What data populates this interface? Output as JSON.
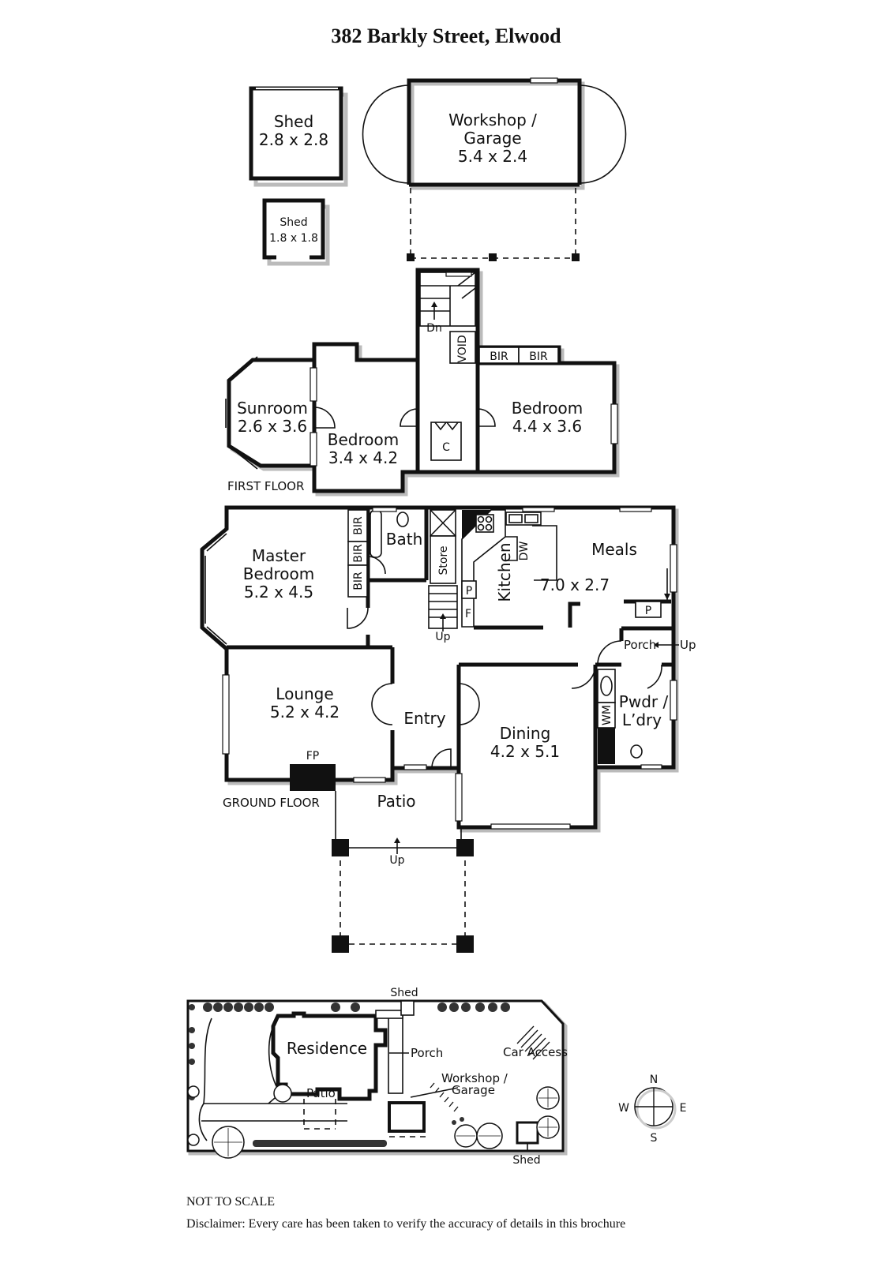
{
  "title": "382 Barkly Street, Elwood",
  "outbuildings": {
    "shed_large": {
      "name": "Shed",
      "dims": "2.8 x 2.8"
    },
    "workshop": {
      "name_line1": "Workshop /",
      "name_line2": "Garage",
      "dims": "5.4 x 2.4"
    },
    "shed_small": {
      "name": "Shed",
      "dims": "1.8 x 1.8"
    }
  },
  "first_floor": {
    "label": "FIRST FLOOR",
    "dn": "Dn",
    "void": "VOID",
    "bir1": "BIR",
    "bir2": "BIR",
    "cupboard": "C",
    "sunroom": {
      "name": "Sunroom",
      "dims": "2.6 x 3.6"
    },
    "bedroom2": {
      "name": "Bedroom",
      "dims": "3.4 x 4.2"
    },
    "bedroom3": {
      "name": "Bedroom",
      "dims": "4.4 x 3.6"
    }
  },
  "ground_floor": {
    "label": "GROUND FLOOR",
    "master": {
      "name_line1": "Master",
      "name_line2": "Bedroom",
      "dims": "5.2 x 4.5"
    },
    "bir": "BIR",
    "bath": "Bath",
    "store": "Store",
    "kitchen": "Kitchen",
    "dw": "DW",
    "pantry": "P",
    "fridge": "F",
    "up_stairs": "Up",
    "meals": {
      "name": "Meals",
      "dims": "7.0 x 2.7"
    },
    "meals_pantry": "P",
    "porch": "Porch",
    "porch_up": "Up",
    "pwdr_line1": "Pwdr /",
    "pwdr_line2": "L’dry",
    "wm": "WM",
    "lounge": {
      "name": "Lounge",
      "dims": "5.2 x 4.2"
    },
    "fp": "FP",
    "entry": "Entry",
    "dining": {
      "name": "Dining",
      "dims": "4.2 x 5.1"
    },
    "patio": "Patio",
    "patio_up": "Up"
  },
  "site": {
    "shed_top": "Shed",
    "residence": "Residence",
    "porch": "Porch",
    "car_access": "Car Access",
    "workshop_line1": "Workshop /",
    "workshop_line2": "Garage",
    "patio": "Patio",
    "shed_bottom": "Shed"
  },
  "compass": {
    "n": "N",
    "s": "S",
    "e": "E",
    "w": "W"
  },
  "footer": {
    "scale": "NOT TO SCALE",
    "disclaimer": "Disclaimer: Every care has been taken to verify the accuracy of details in this brochure"
  }
}
